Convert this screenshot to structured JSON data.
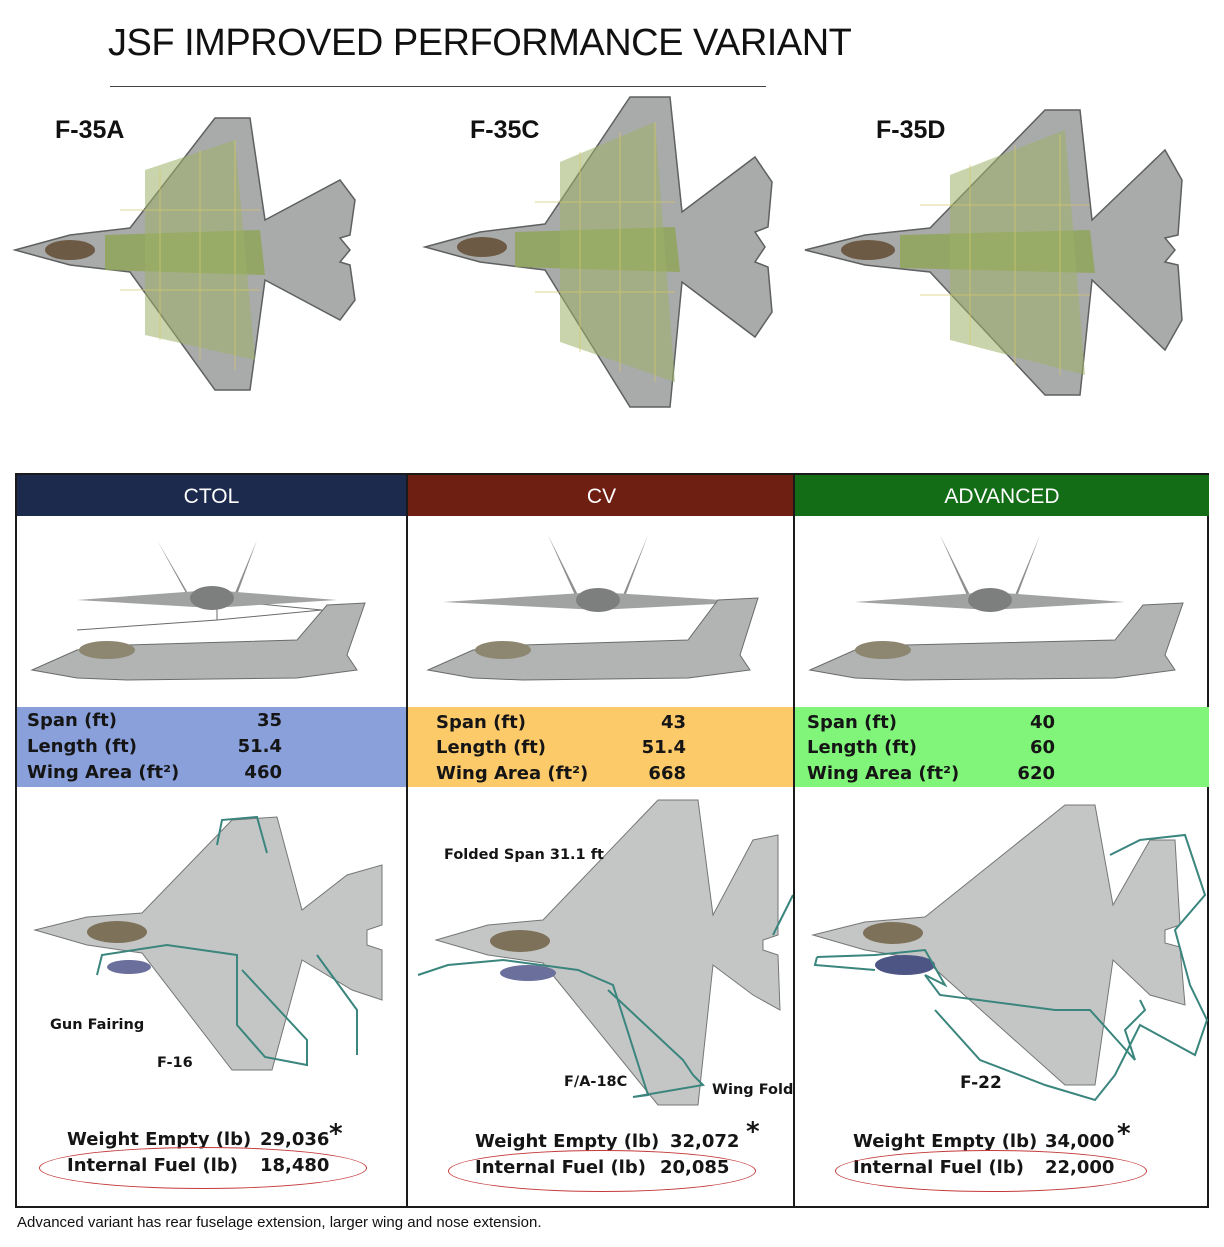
{
  "title": "JSF IMPROVED PERFORMANCE VARIANT",
  "top_variants": [
    "F-35A",
    "F-35C",
    "F-35D"
  ],
  "columns": [
    {
      "header": "CTOL",
      "header_color": "#1c2a4e",
      "spec_color": "#8aa0db",
      "specs": [
        {
          "label": "Span (ft)",
          "value": "35"
        },
        {
          "label": "Length (ft)",
          "value": "51.4"
        },
        {
          "label": "Wing Area (ft²)",
          "value": "460"
        }
      ],
      "callouts": [
        "Gun Fairing",
        "F-16"
      ],
      "weight_label": "Weight Empty (lb)",
      "weight_value": "29,036",
      "fuel_label": "Internal Fuel (lb)",
      "fuel_value": "18,480"
    },
    {
      "header": "CV",
      "header_color": "#6e1f12",
      "spec_color": "#fdca6a",
      "specs": [
        {
          "label": "Span (ft)",
          "value": "43"
        },
        {
          "label": "Length (ft)",
          "value": "51.4"
        },
        {
          "label": "Wing Area (ft²)",
          "value": "668"
        }
      ],
      "callouts": [
        "Folded Span 31.1 ft",
        "F/A-18C",
        "Wing Fold"
      ],
      "weight_label": "Weight Empty (lb)",
      "weight_value": "32,072",
      "fuel_label": "Internal Fuel (lb)",
      "fuel_value": "20,085"
    },
    {
      "header": "ADVANCED",
      "header_color": "#136d16",
      "spec_color": "#80f57a",
      "specs": [
        {
          "label": "Span (ft)",
          "value": "40"
        },
        {
          "label": "Length (ft)",
          "value": "60"
        },
        {
          "label": "Wing Area (ft²)",
          "value": "620"
        }
      ],
      "callouts": [
        "F-22"
      ],
      "weight_label": "Weight Empty (lb)",
      "weight_value": "34,000",
      "fuel_label": "Internal Fuel (lb)",
      "fuel_value": "22,000"
    }
  ],
  "asterisk": "*",
  "footnote": "Advanced variant has rear fuselage extension, larger wing and nose extension."
}
